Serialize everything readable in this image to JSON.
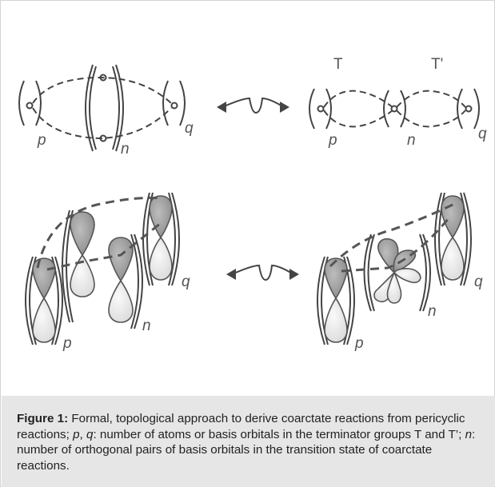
{
  "labels": {
    "p": "p",
    "q": "q",
    "n": "n",
    "T": "T",
    "T_prime": "T'"
  },
  "caption": {
    "label": "Figure 1:",
    "text_1": "Formal, topological approach to derive coarctate reactions from pericyclic reactions; ",
    "p": "p",
    "text_2": ", ",
    "q": "q",
    "text_3": ": number of atoms or basis orbitals in the terminator groups T and T’; ",
    "n": "n",
    "text_4": ": number of orthogonal pairs of basis orbitals in the transition state of coarctate reactions."
  },
  "colors": {
    "line": "#444444",
    "lobe_dark": "#8f8f8f",
    "lobe_light": "#ececec",
    "caption_bg": "#e6e6e6"
  }
}
